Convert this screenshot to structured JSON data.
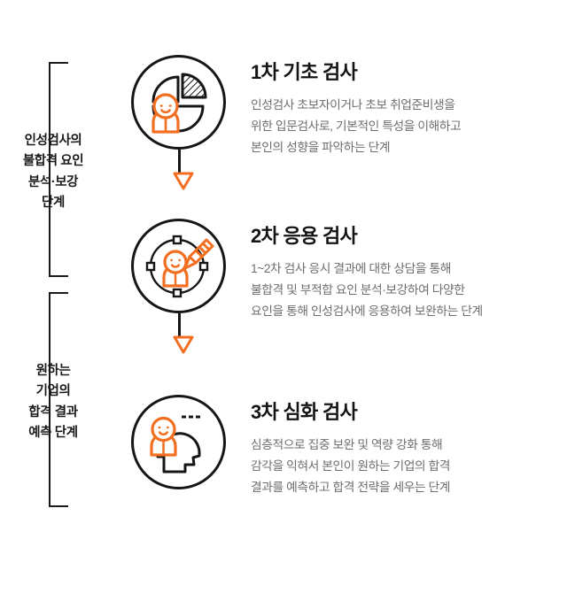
{
  "colors": {
    "accent": "#F26F21",
    "ink": "#1A1A1A",
    "body_text": "#6E6E6E",
    "background": "#FFFFFF"
  },
  "left_brackets": [
    {
      "id": "analysis-stage",
      "lines": [
        "인성검사의",
        "불합격 요인",
        "분석·보강",
        "단계"
      ]
    },
    {
      "id": "prediction-stage",
      "lines": [
        "원하는",
        "기업의",
        "합격 결과",
        "예측 단계"
      ]
    }
  ],
  "steps": [
    {
      "id": "step-1",
      "icon": "pie-chart-person-icon",
      "title": "1차 기초 검사",
      "desc_lines": [
        "인성검사 초보자이거나 초보 취업준비생을",
        "위한 입문검사로, 기본적인 특성을 이해하고",
        "본인의 성향을 파악하는 단계"
      ]
    },
    {
      "id": "step-2",
      "icon": "person-pencil-target-icon",
      "title": "2차 응용 검사",
      "desc_lines": [
        "1~2차 검사 응시 결과에 대한 상담을 통해",
        "불합격 및 부적합 요인 분석·보강하여 다양한",
        "요인을 통해 인성검사에 응용하여 보완하는 단계"
      ]
    },
    {
      "id": "step-3",
      "icon": "person-head-profile-icon",
      "title": "3차 심화 검사",
      "desc_lines": [
        "심층적으로 집중 보완 및 역량 강화 통해",
        "감각을 익혀서 본인이 원하는 기업의 합격",
        "결과를 예측하고 합격 전략을 세우는 단계"
      ]
    }
  ],
  "connectors": [
    {
      "id": "connector-1-to-2",
      "icon": "down-arrow-icon"
    },
    {
      "id": "connector-2-to-3",
      "icon": "down-arrow-icon"
    }
  ]
}
